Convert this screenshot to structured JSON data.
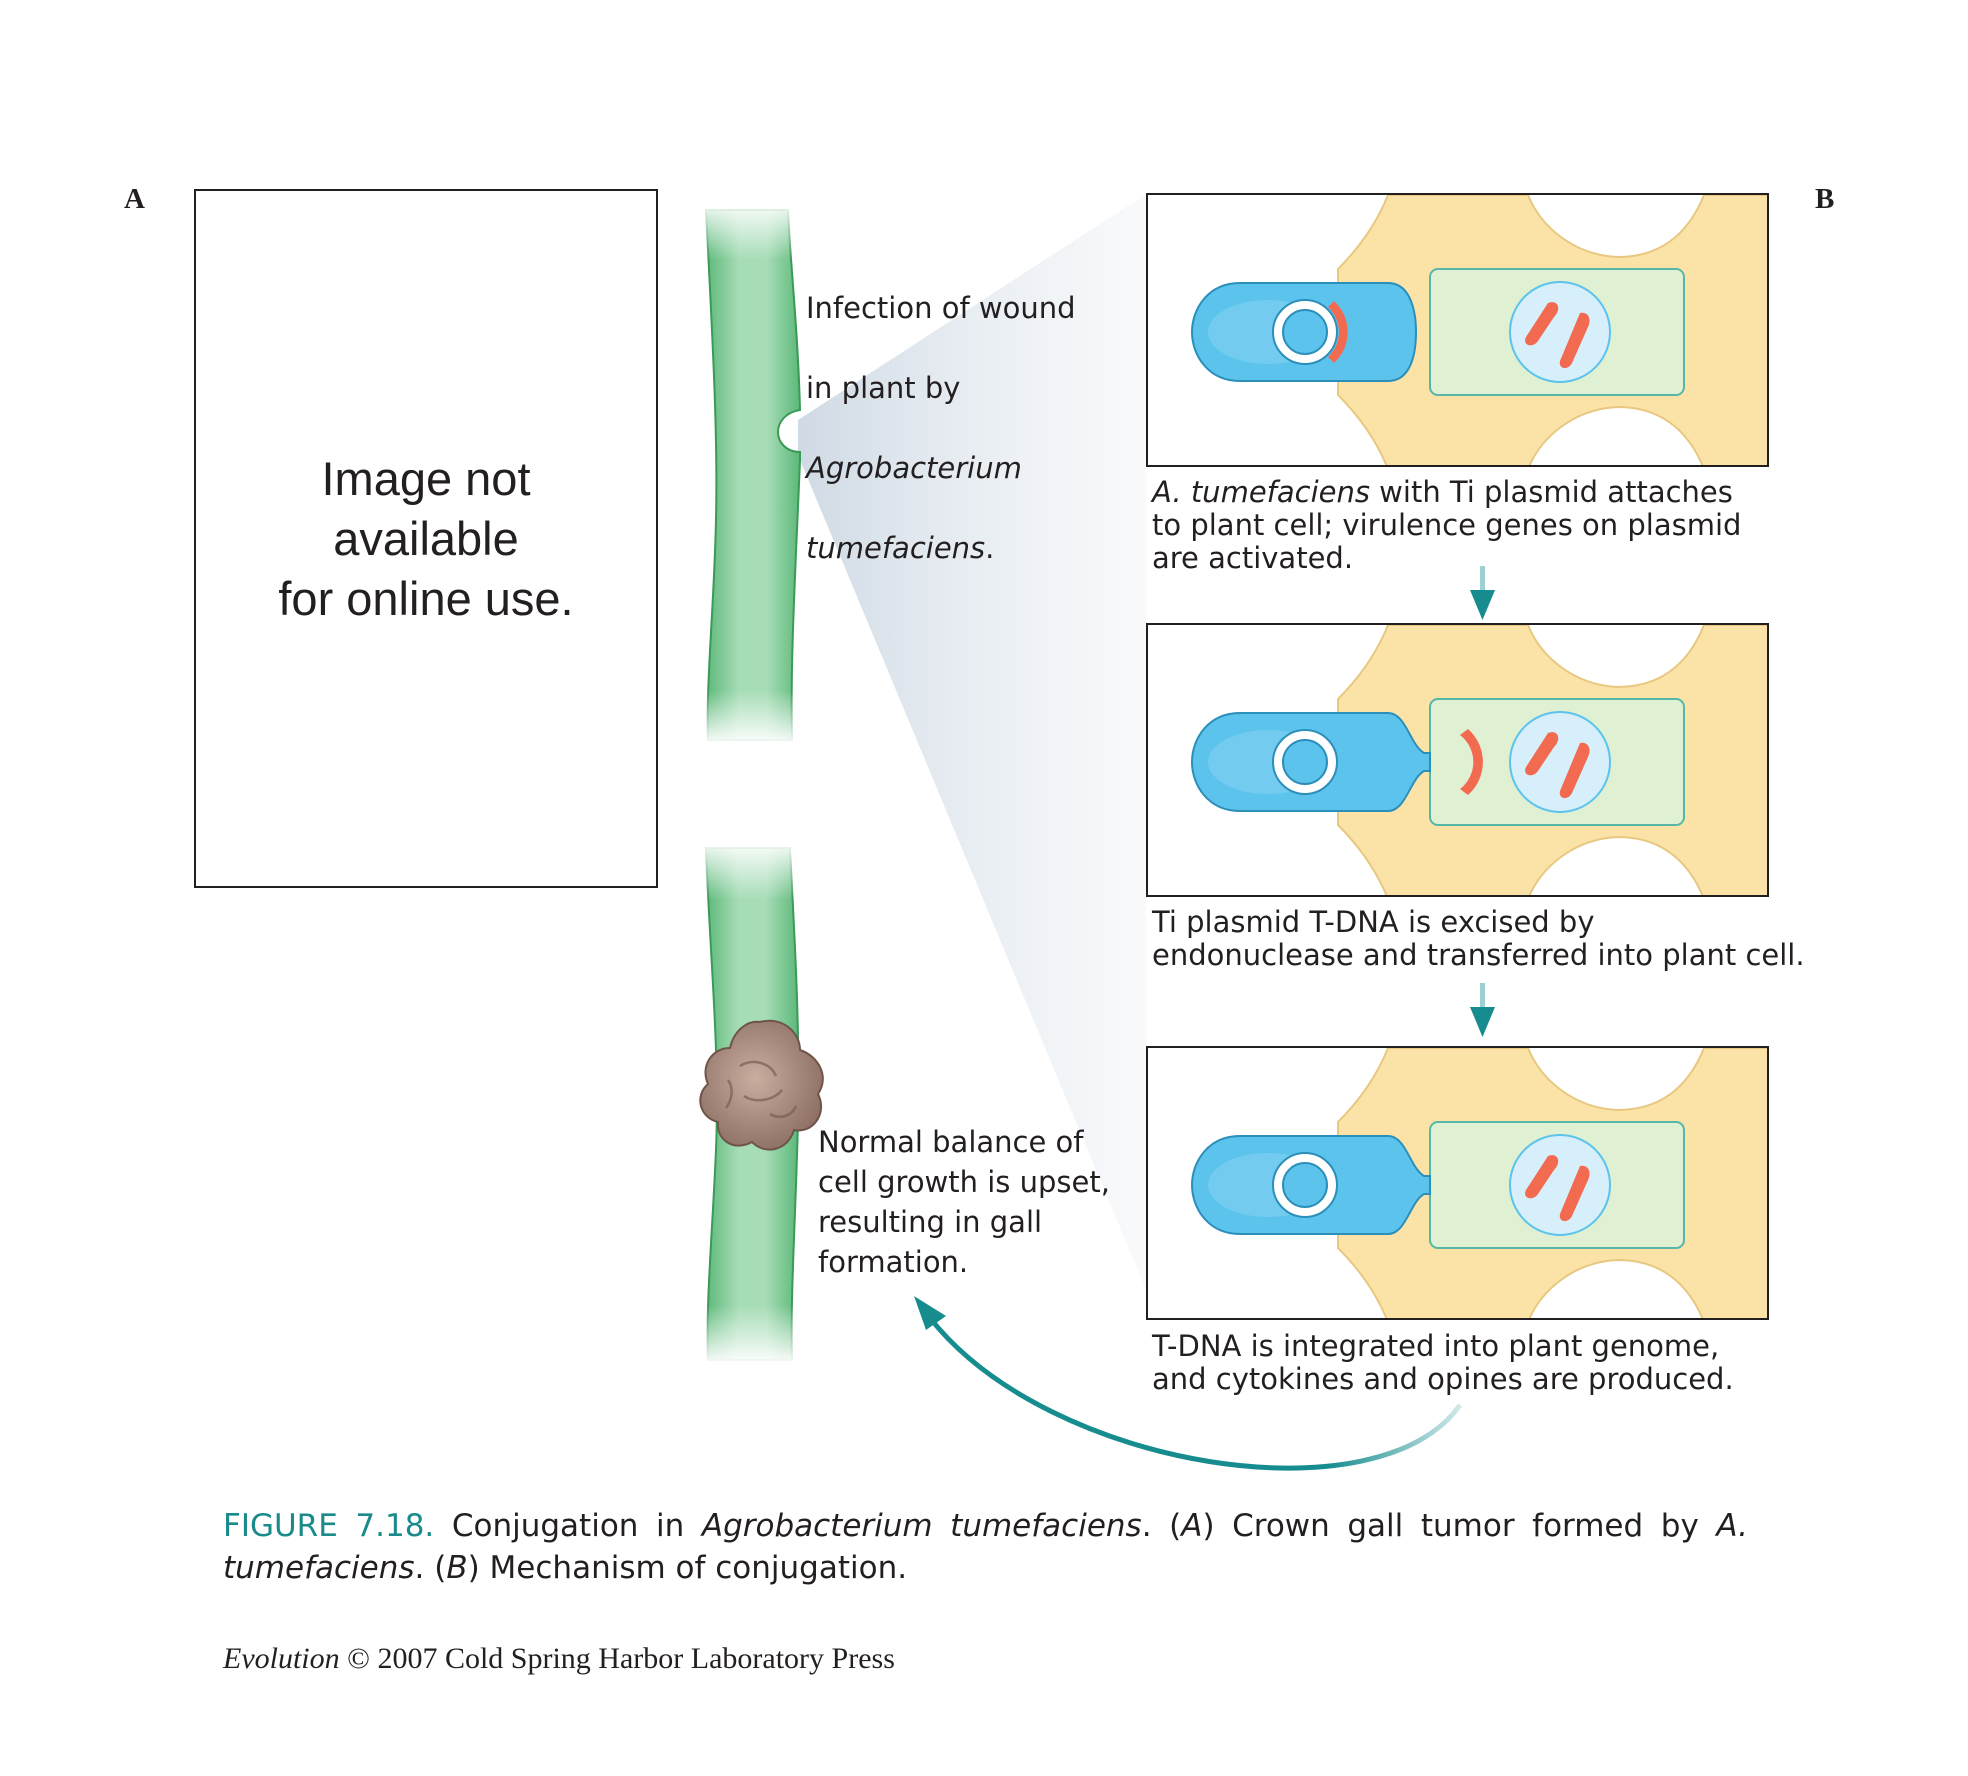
{
  "panel_a": {
    "label": "A",
    "placeholder": "Image not\navailable\nfor online use."
  },
  "panel_b": {
    "label": "B"
  },
  "notes": {
    "infection": {
      "line1": "Infection of wound",
      "line2": "in plant by",
      "line3": "Agrobacterium",
      "line4": "tumefaciens",
      "suffix": "."
    },
    "gall": "Normal balance of\ncell growth is upset,\nresulting in gall\nformation."
  },
  "steps": [
    {
      "italic": "A. tumefaciens",
      "text": " with Ti plasmid attaches\nto plant cell; virulence genes on plasmid\nare activated."
    },
    {
      "italic": "",
      "text": "Ti plasmid T-DNA is excised by\nendonuclease and transferred into plant cell."
    },
    {
      "italic": "",
      "text": "T-DNA is integrated into plant genome,\nand cytokines and opines are produced."
    }
  ],
  "caption": {
    "label": "FIGURE 7.18.",
    "t1": " Conjugation in ",
    "i1": "Agrobacterium tumefaciens",
    "t2": ". (",
    "i2": "A",
    "t3": ") Crown gall tumor formed by ",
    "i3": "A. tumefaciens",
    "t4": ". (",
    "i4": "B",
    "t5": ") Mechanism of conjugation."
  },
  "credit": {
    "italic": "Evolution",
    "text": " © 2007 Cold Spring Harbor Laboratory Press"
  },
  "colors": {
    "stem": "#8fd3a5",
    "stem_edge": "#3a9a58",
    "bacterium": "#5cc3ec",
    "plant_wall": "#fbe3a8",
    "plant_cell": "#dff0d3",
    "nucleus": "#d7effa",
    "chromosome": "#f26a4f",
    "arrow": "#168c8f",
    "gall": "#a88a7c",
    "label_teal": "#1a8a8a"
  },
  "icons": {
    "down_arrow": "teal-down-arrow-icon",
    "curved_arrow": "teal-curved-arrow-icon"
  }
}
